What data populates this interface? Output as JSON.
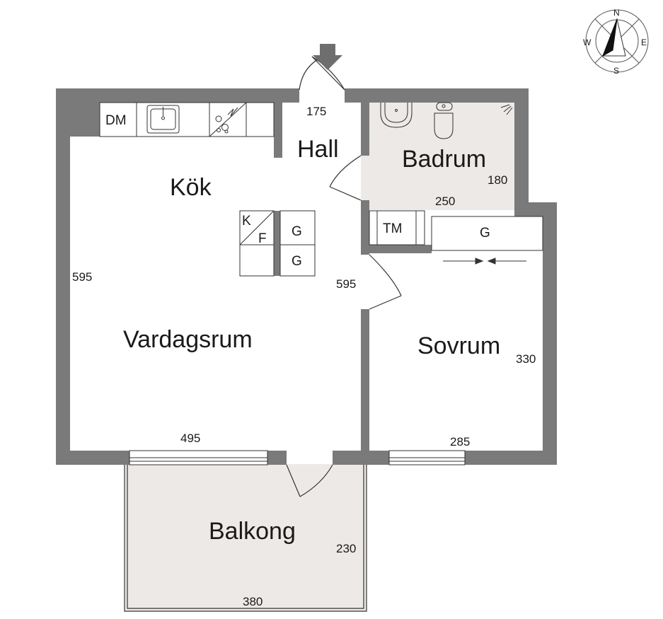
{
  "rooms": {
    "kok": "Kök",
    "hall": "Hall",
    "badrum": "Badrum",
    "vardagsrum": "Vardagsrum",
    "sovrum": "Sovrum",
    "balkong": "Balkong"
  },
  "dimensions": {
    "hall_width": "175",
    "badrum_height": "180",
    "badrum_width": "250",
    "living_height": "595",
    "kitchen_side": "595",
    "living_width": "495",
    "sovrum_height": "330",
    "sovrum_width": "285",
    "balkong_height": "230",
    "balkong_width": "380"
  },
  "fixtures": {
    "dishwasher": "DM",
    "fridge": "K",
    "freezer": "F",
    "wardrobe_1": "G",
    "wardrobe_2": "G",
    "bedroom_wardrobe": "G",
    "washer": "TM"
  },
  "compass": {
    "n": "N",
    "e": "E",
    "s": "S",
    "w": "W"
  },
  "colors": {
    "wall": "#7a7a7a",
    "tinted_floor": "#ede9e6",
    "line": "#333333"
  }
}
